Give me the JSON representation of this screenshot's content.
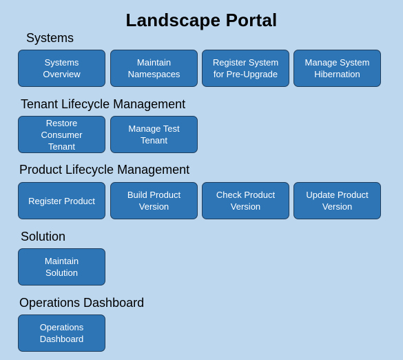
{
  "page": {
    "title": "Landscape Portal"
  },
  "sections": [
    {
      "label": "Systems",
      "tiles": [
        "Systems\nOverview",
        "Maintain\nNamespaces",
        "Register System\nfor Pre-Upgrade",
        "Manage System\nHibernation"
      ]
    },
    {
      "label": "Tenant Lifecycle Management",
      "tiles": [
        "Restore\nConsumer\nTenant",
        "Manage Test\nTenant"
      ]
    },
    {
      "label": "Product Lifecycle Management",
      "tiles": [
        "Register Product",
        "Build Product\nVersion",
        "Check Product\nVersion",
        "Update Product\nVersion"
      ]
    },
    {
      "label": "Solution",
      "tiles": [
        "Maintain\nSolution"
      ]
    },
    {
      "label": "Operations Dashboard",
      "tiles": [
        "Operations\nDashboard"
      ]
    }
  ]
}
